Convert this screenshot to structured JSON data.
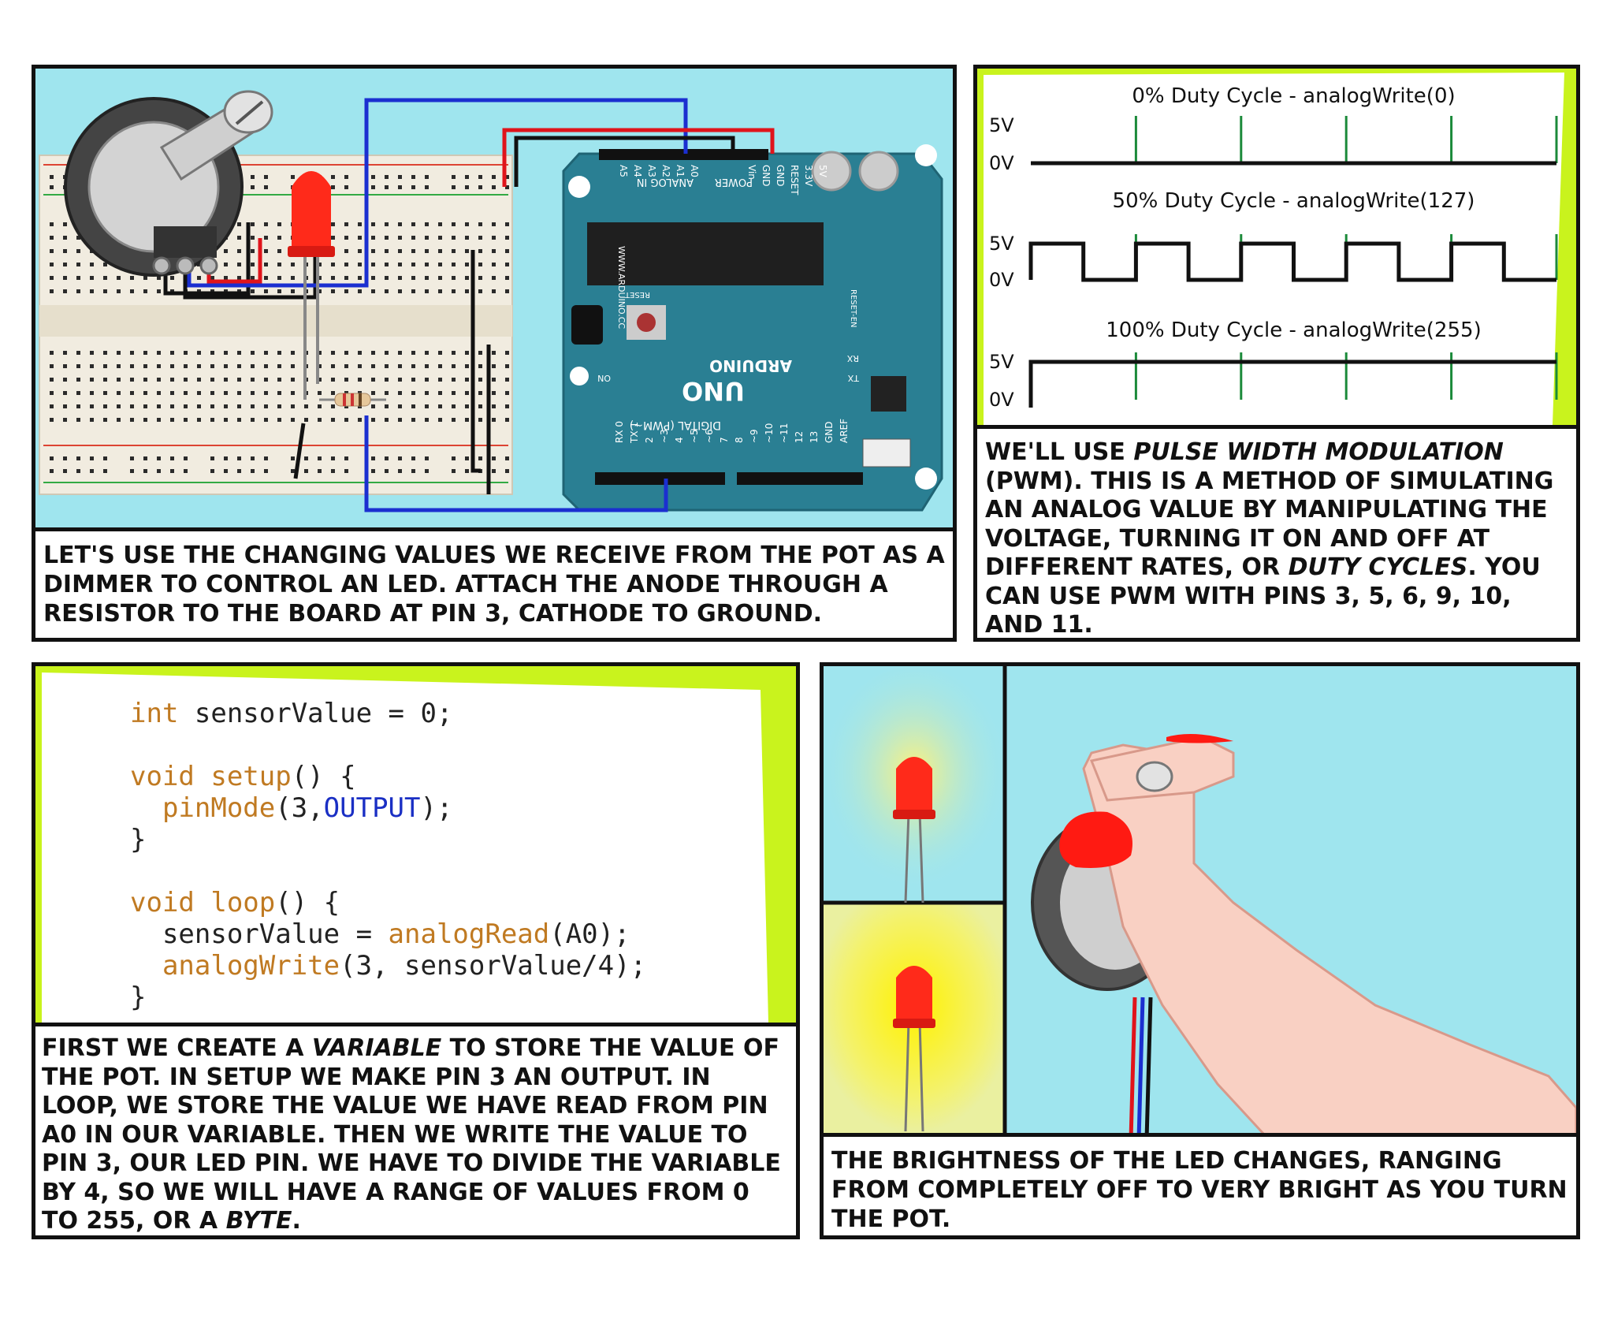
{
  "panel1": {
    "caption": "Let's use the changing values we receive from the pot as a dimmer to control an LED. Attach the anode through a resistor to the board at pin 3, cathode to ground.",
    "board": {
      "analog_pins": [
        "A0",
        "A1",
        "A2",
        "A3",
        "A4",
        "A5"
      ],
      "analog_label": "ANALOG IN",
      "power_pins": [
        "5V",
        "3.3V",
        "RESET",
        "GND",
        "GND",
        "Vin"
      ],
      "power_label": "POWER",
      "site": "WWW.ARDUINO.CC",
      "reset": "RESET",
      "reset_en": "RESET-EN",
      "brand": "ARDUINO",
      "model": "UNO",
      "digital_label": "DIGITAL (PWM~)",
      "digital_pins": [
        "RX 0",
        "TX 1",
        "2",
        "~3",
        "4",
        "~5",
        "~6",
        "7",
        "8",
        "~9",
        "~10",
        "~11",
        "12",
        "13",
        "GND",
        "AREF"
      ],
      "tx": "TX",
      "rx": "RX",
      "on": "ON"
    }
  },
  "panel2": {
    "charts": [
      {
        "title": "0% Duty Cycle - analogWrite(0)",
        "ylabels": [
          "5V",
          "0V"
        ]
      },
      {
        "title": "50% Duty Cycle - analogWrite(127)",
        "ylabels": [
          "5V",
          "0V"
        ]
      },
      {
        "title": "100% Duty Cycle - analogWrite(255)",
        "ylabels": [
          "5V",
          "0V"
        ]
      }
    ],
    "caption_parts": [
      "We'll use ",
      "pulse width modulation",
      " (PWM). This is a method of simulating an analog value by manipulating the voltage, turning it on and off at different rates, or ",
      "duty cycles",
      ". You can use PWM with pins 3, 5, 6, 9, 10, and 11."
    ]
  },
  "panel3": {
    "code": {
      "l1_kw": "int",
      "l1_rest": " sensorValue = 0;",
      "l2_kw": "void",
      "l2_fn": " setup",
      "l2_rest": "() {",
      "l3_fn": "pinMode",
      "l3_a": "(3,",
      "l3_b": "OUTPUT",
      "l3_c": ");",
      "l4": "}",
      "l5_kw": "void",
      "l5_fn": " loop",
      "l5_rest": "() {",
      "l6_a": "sensorValue = ",
      "l6_fn": "analogRead",
      "l6_rest": "(A0);",
      "l7_fn": "analogWrite",
      "l7_rest": "(3, sensorValue/4);",
      "l8": "}"
    },
    "caption_parts": [
      "First we create a ",
      "variable",
      " to store the value of the pot. In setup we make pin 3 an output. In loop, we store the value we have read from pin A0 in our variable. Then we write the value to pin 3, our LED pin. We have to divide the variable by 4, so we will have a range of values from 0 to 255, or a ",
      "byte",
      "."
    ]
  },
  "panel4": {
    "caption": "The brightness of the LED changes, ranging from completely off to very bright as you turn the pot."
  },
  "colors": {
    "cyan": "#9fe5ee",
    "lime": "#c9f31d",
    "board": "#2a7f93",
    "led": "#ff2a1a",
    "wire_red": "#e0141b",
    "wire_blue": "#1b2fd0",
    "trace": "#1b8a3a"
  }
}
